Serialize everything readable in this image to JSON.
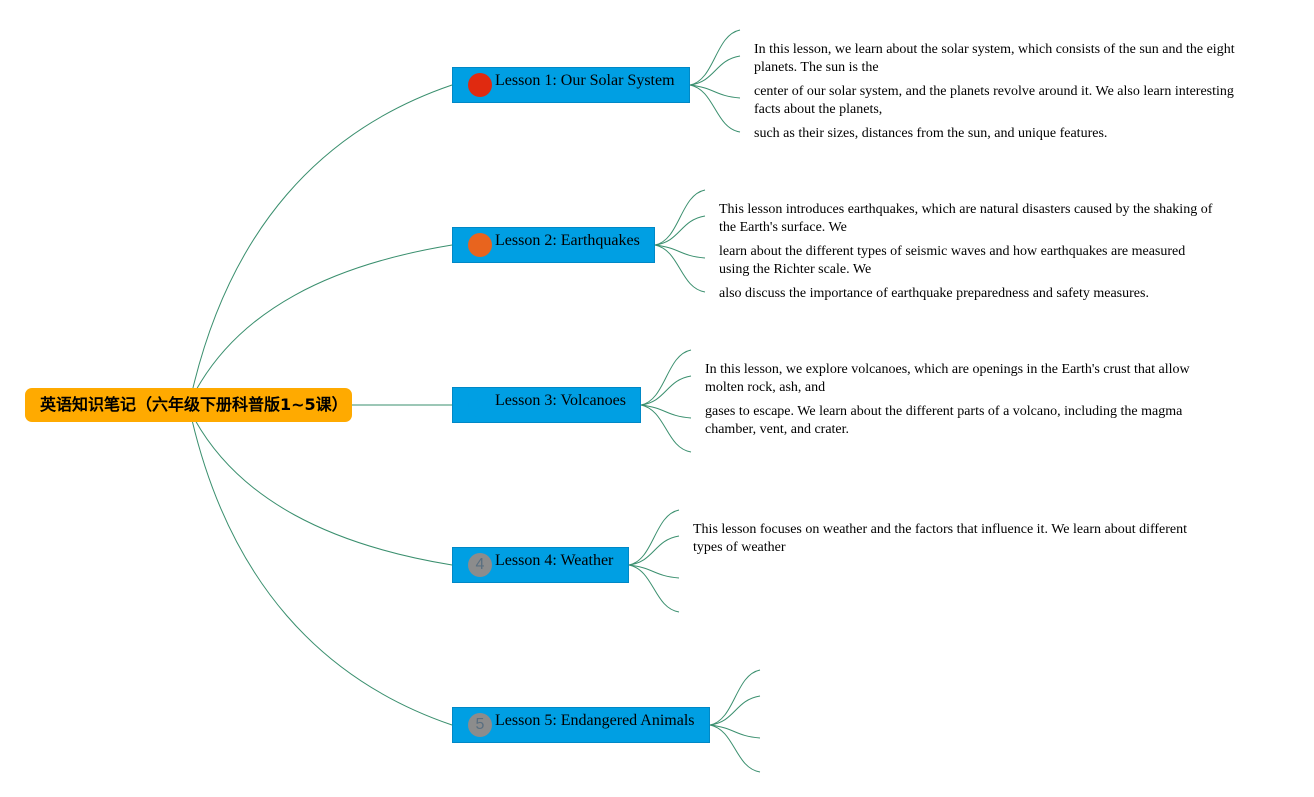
{
  "root": {
    "label": "英语知识笔记（六年级下册科普版1~5课）"
  },
  "colors": {
    "root_fill": "#FFAA00",
    "lesson_fill": "#009FE3",
    "connector": "#3A8F6E"
  },
  "lessons": [
    {
      "number": "1",
      "label": "Lesson 1: Our Solar System",
      "badge_color": "#E02A10",
      "badge_text_color": "#E02A10",
      "notes": [
        "In this lesson, we learn about the solar system, which consists of the sun and the eight planets. The sun is the",
        "center of our solar system, and the planets revolve around it. We also learn interesting facts about the planets,",
        "such as their sizes, distances from the sun, and unique features."
      ]
    },
    {
      "number": "2",
      "label": "Lesson 2: Earthquakes",
      "badge_color": "#E8641E",
      "badge_text_color": "#E8641E",
      "notes": [
        "This lesson introduces earthquakes, which are natural disasters caused by the shaking of the Earth's surface. We",
        "learn about the different types of seismic waves and how earthquakes are measured using the Richter scale. We",
        "also discuss the importance of earthquake preparedness and safety measures."
      ]
    },
    {
      "number": "3",
      "label": "Lesson 3: Volcanoes",
      "badge_color": "#009FE3",
      "badge_text_color": "#009FE3",
      "notes": [
        "In this lesson, we explore volcanoes, which are openings in the Earth's crust that allow molten rock, ash, and",
        "gases to escape. We learn about the different parts of a volcano, including the magma chamber, vent, and crater."
      ]
    },
    {
      "number": "4",
      "label": "Lesson 4: Weather",
      "badge_color": "#8C8C8C",
      "badge_text_color": "#5A6F80",
      "notes": [
        "This lesson focuses on weather and the factors that influence it. We learn about different types of weather"
      ]
    },
    {
      "number": "5",
      "label": "Lesson 5: Endangered Animals",
      "badge_color": "#8C8C8C",
      "badge_text_color": "#5A6F80",
      "notes": []
    }
  ]
}
